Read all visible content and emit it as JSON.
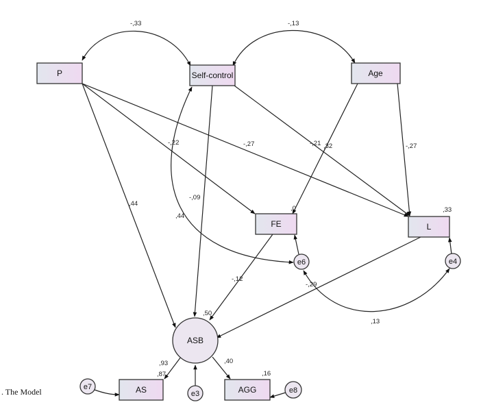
{
  "caption": ". The Model",
  "nodes": {
    "p": "P",
    "self_control": "Self-control",
    "age": "Age",
    "fe": "FE",
    "l": "L",
    "asb": "ASB",
    "as": "AS",
    "agg": "AGG",
    "e3": "e3",
    "e4": "e4",
    "e6": "e6",
    "e7": "e7",
    "e8": "e8"
  },
  "coefficients": {
    "p_selfcontrol": "-,33",
    "selfcontrol_age": "-,13",
    "p_fe": "-,22",
    "p_l": "-,27",
    "selfcontrol_l": "-,21",
    "age_fe": ",32",
    "age_l": "-,27",
    "p_asb": ",44",
    "selfcontrol_asb": "-,09",
    "selfcontrol_e6": ",44",
    "fe_r2": ",0",
    "l_r2": ",33",
    "fe_asb": "-,12",
    "e6_e4": "-,29",
    "l_asb": ",13",
    "asb_r2": ",50",
    "asb_as": ",93",
    "as_r2": ",87",
    "asb_agg": ",40",
    "agg_r2": ",16"
  }
}
